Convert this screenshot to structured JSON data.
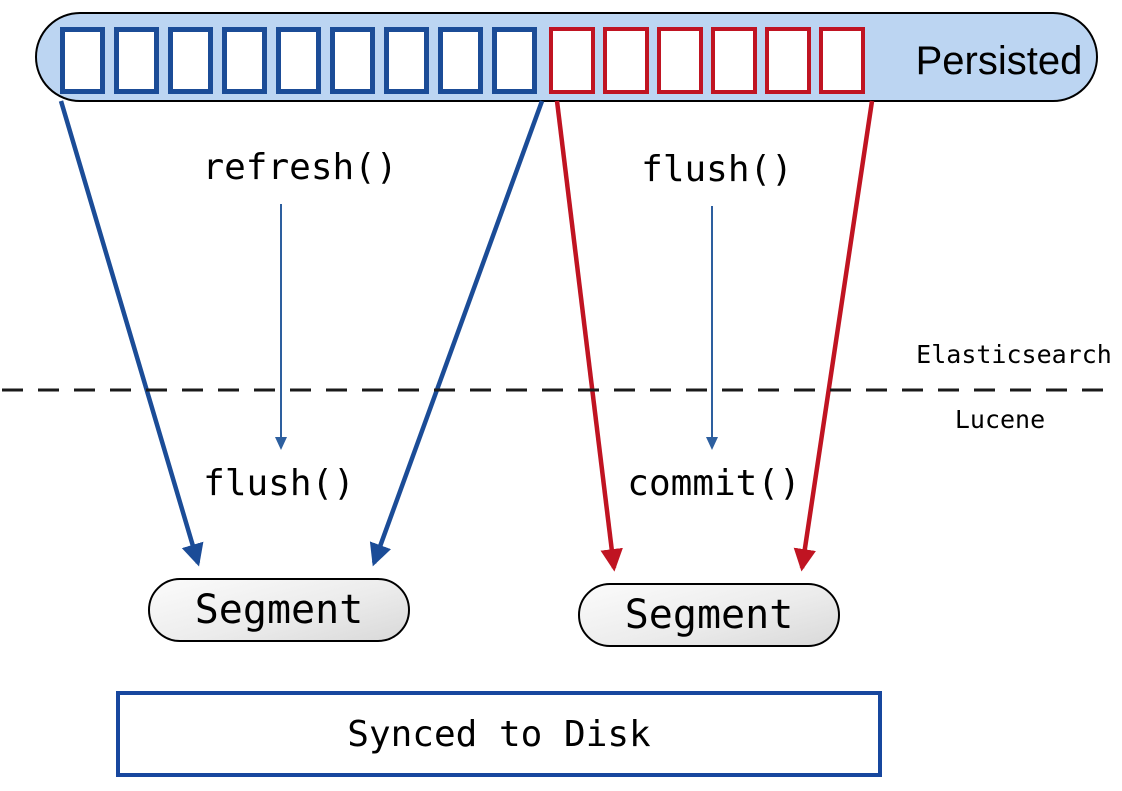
{
  "diagram": {
    "persisted_bar": {
      "label": "Persisted",
      "blue_doc_count": 9,
      "red_doc_count": 6
    },
    "left_flow": {
      "top_label": "refresh()",
      "bottom_label": "flush()",
      "segment_label": "Segment"
    },
    "right_flow": {
      "top_label": "flush()",
      "bottom_label": "commit()",
      "segment_label": "Segment"
    },
    "layer_boundary": {
      "top_layer": "Elasticsearch",
      "bottom_layer": "Lucene"
    },
    "synced_box": {
      "label": "Synced to Disk"
    },
    "colors": {
      "blue": "#1b4c97",
      "red": "#c01422",
      "thin_arrow_blue": "#2d5f9f",
      "bar_fill": "#bcd5f2",
      "segment_border": "#000000",
      "synced_border": "#17479e"
    }
  }
}
